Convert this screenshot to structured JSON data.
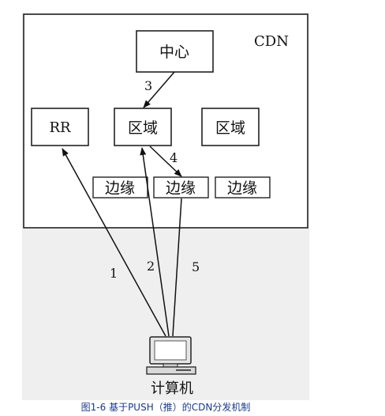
{
  "diagram": {
    "cdn_label": "CDN",
    "center": "中心",
    "rr": "RR",
    "regions": [
      "区域",
      "区域"
    ],
    "edges": [
      "边缘",
      "边缘",
      "边缘"
    ],
    "computer": "计算机",
    "step_labels": [
      "3",
      "4",
      "1",
      "2",
      "5"
    ]
  },
  "caption": "图1-6 基于PUSH（推）的CDN分发机制"
}
